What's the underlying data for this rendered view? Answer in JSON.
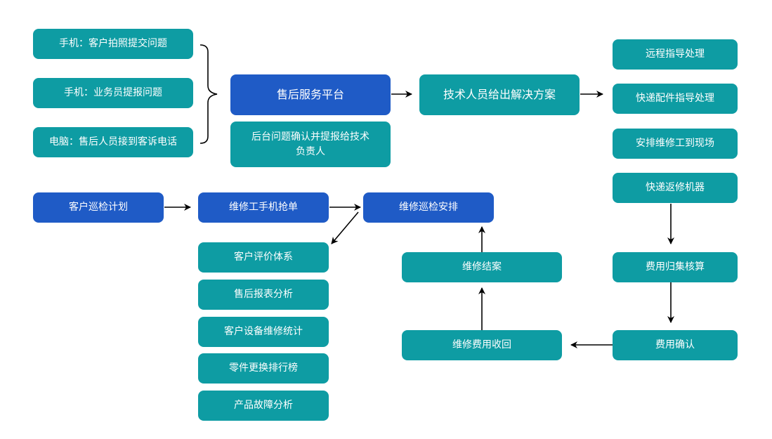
{
  "colors": {
    "teal": "#0e9ca3",
    "blue": "#1f5bc6",
    "arrow": "#000000"
  },
  "inputs": {
    "phone_customer": "手机：客户拍照提交问题",
    "phone_sales": "手机：业务员提报问题",
    "pc_aftersales": "电脑：售后人员接到客诉电话"
  },
  "platform": {
    "title": "售后服务平台",
    "note": "后台问题确认并提报给技术负责人"
  },
  "tech_solution": "技术人员给出解决方案",
  "options": [
    "远程指导处理",
    "快递配件指导处理",
    "安排维修工到现场",
    "快递返修机器"
  ],
  "cost_aggregation": "费用归集核算",
  "cost_confirm": "费用确认",
  "repair_fee_collect": "维修费用收回",
  "repair_close": "维修结案",
  "inspection_flow": {
    "customer_plan": "客户巡检计划",
    "mobile_grab": "维修工手机抢单",
    "schedule": "维修巡检安排"
  },
  "reports": [
    "客户评价体系",
    "售后报表分析",
    "客户设备维修统计",
    "零件更换排行榜",
    "产品故障分析"
  ]
}
